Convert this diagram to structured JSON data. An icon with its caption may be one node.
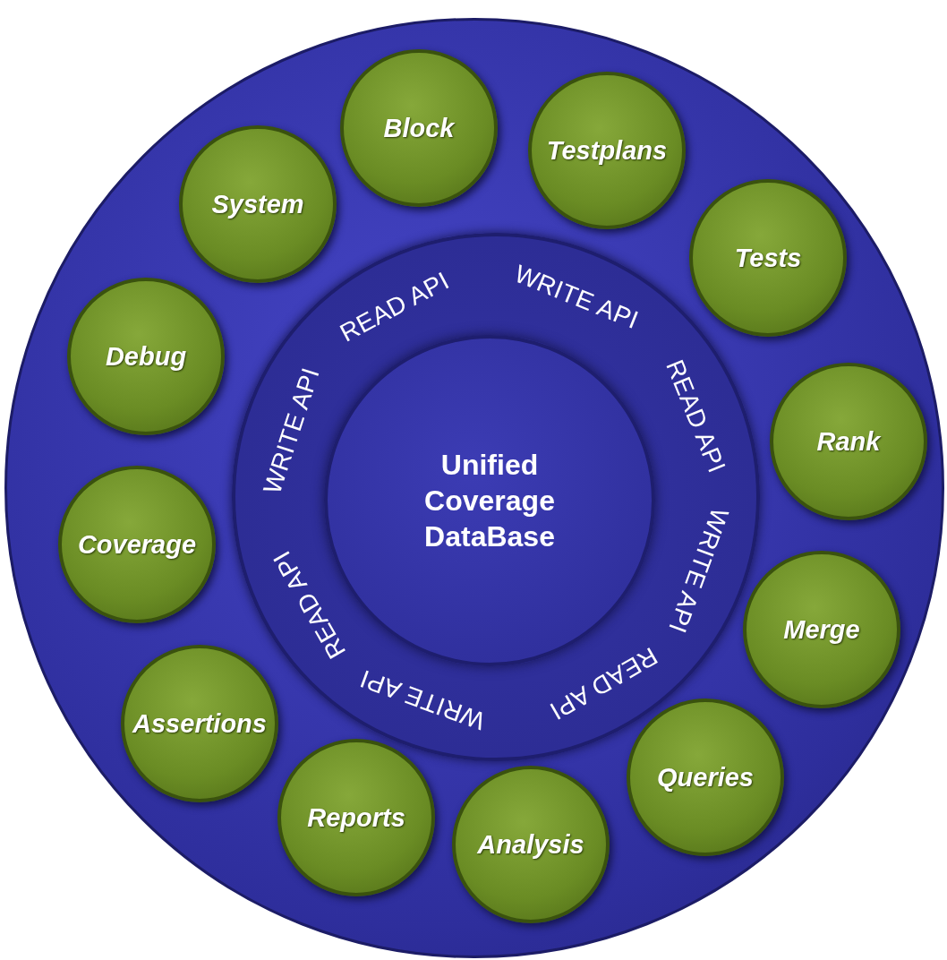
{
  "diagram": {
    "nodes": [
      {
        "text": [],
        "shape": "circle"
      },
      {
        "text": [
          "READ API",
          "WRITE API",
          "READ API",
          "WRITE API",
          "READ API",
          "WRITE API",
          "READ API",
          "WRITE API"
        ],
        "in": 0
      },
      {
        "text": [
          "Unified Coverage DataBase"
        ],
        "in": 1
      },
      {
        "text": [
          "Block"
        ],
        "in": 0
      },
      {
        "text": [
          "Testplans"
        ],
        "in": 0
      },
      {
        "text": [
          "Tests"
        ],
        "in": 0
      },
      {
        "text": [
          "Rank"
        ],
        "in": 0
      },
      {
        "text": [
          "Merge"
        ],
        "in": 0
      },
      {
        "text": [
          "Queries"
        ],
        "in": 0
      },
      {
        "text": [
          "Analysis"
        ],
        "in": 0
      },
      {
        "text": [
          "Reports"
        ],
        "in": 0
      },
      {
        "text": [
          "Assertions"
        ],
        "in": 0
      },
      {
        "text": [
          "Coverage"
        ],
        "in": 0
      },
      {
        "text": [
          "Debug"
        ],
        "in": 0
      },
      {
        "text": [
          "System"
        ],
        "in": 0
      }
    ]
  }
}
